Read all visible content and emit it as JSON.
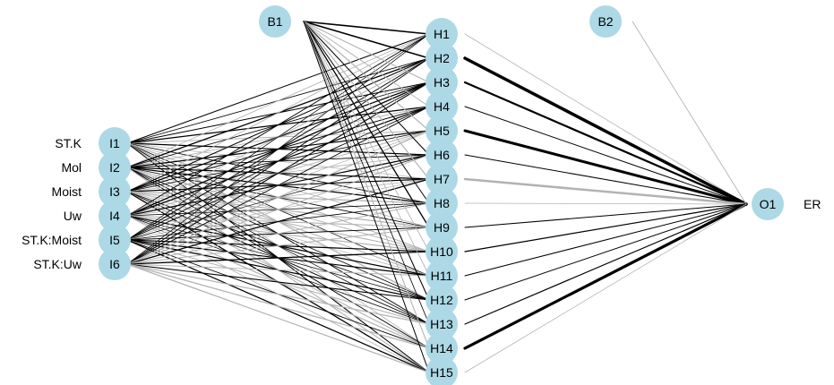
{
  "diagram": {
    "type": "neural-network",
    "node_color": "#add8e6",
    "positive_weight_color": "#000000",
    "negative_weight_color": "#b3b3b3",
    "input_variables": [
      "ST.K",
      "Mol",
      "Moist",
      "Uw",
      "ST.K:Moist",
      "ST.K:Uw"
    ],
    "output_variables": [
      "ER"
    ],
    "layers": {
      "input": [
        "I1",
        "I2",
        "I3",
        "I4",
        "I5",
        "I6"
      ],
      "hidden": [
        "H1",
        "H2",
        "H3",
        "H4",
        "H5",
        "H6",
        "H7",
        "H8",
        "H9",
        "H10",
        "H11",
        "H12",
        "H13",
        "H14",
        "H15"
      ],
      "output": [
        "O1"
      ]
    },
    "bias": {
      "hidden": "B1",
      "output": "B2"
    }
  }
}
